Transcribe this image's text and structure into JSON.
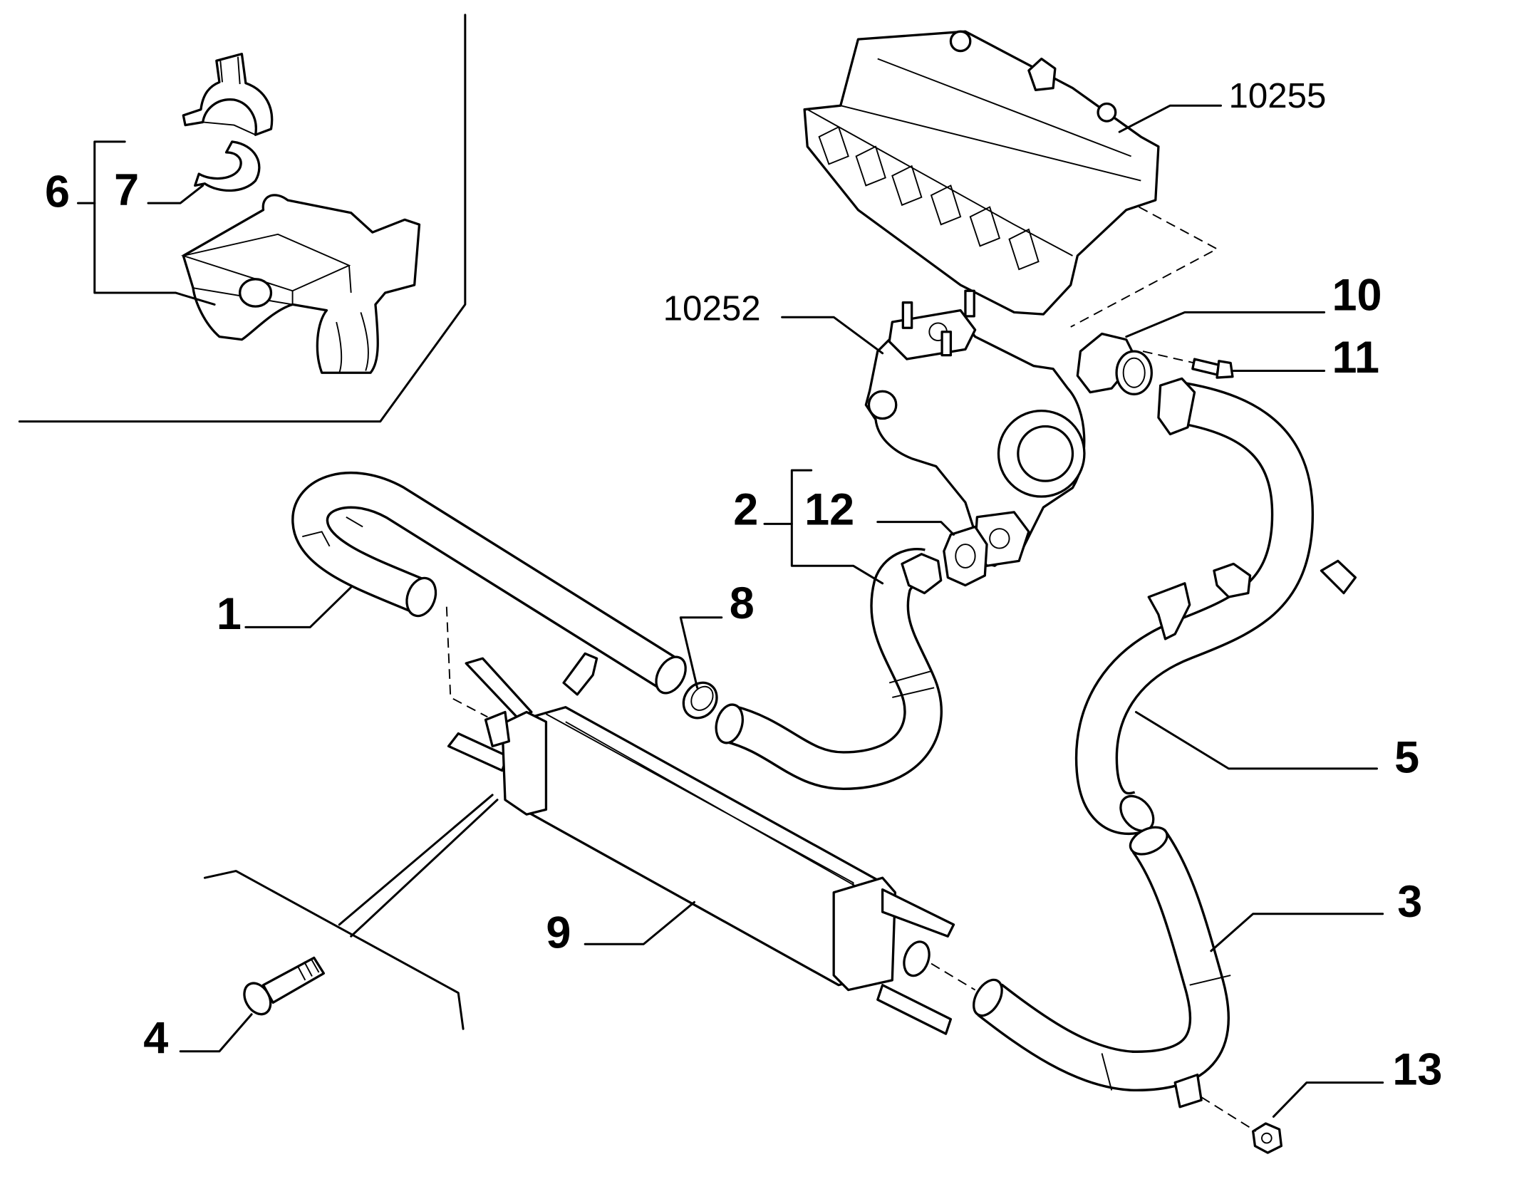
{
  "callouts": {
    "p10255": "10255",
    "p10252": "10252",
    "p10": "10",
    "p11": "11",
    "p6": "6",
    "p7": "7",
    "p2": "2",
    "p12": "12",
    "p8": "8",
    "p1": "1",
    "p5": "5",
    "p3": "3",
    "p9": "9",
    "p4": "4",
    "p13": "13"
  }
}
